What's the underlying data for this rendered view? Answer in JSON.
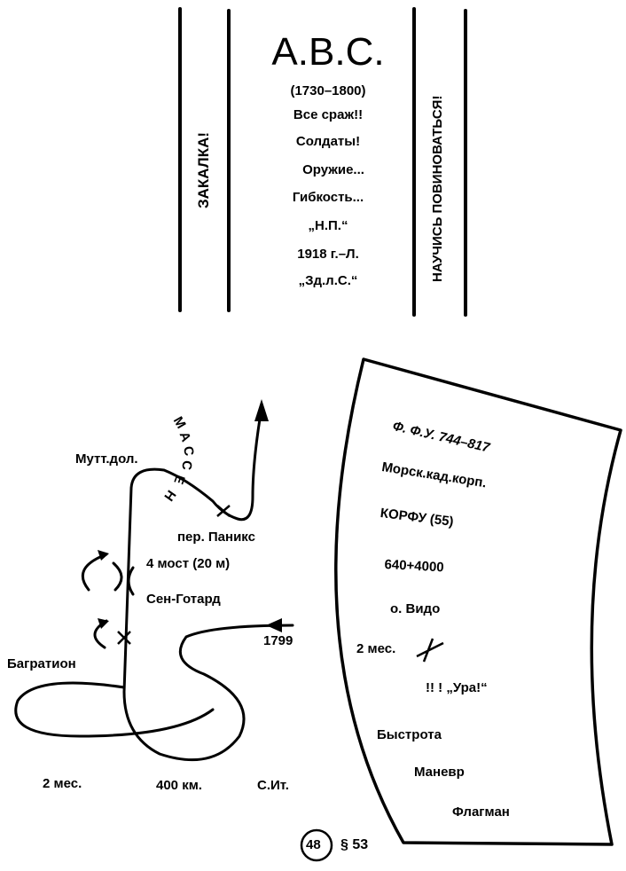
{
  "left_banner": {
    "text": "ЗАКАЛКА!"
  },
  "right_banner": {
    "text": "НАУЧИСЬ ПОВИНОВАТЬСЯ!"
  },
  "center_column": {
    "title": "A.B.C.",
    "lines": [
      "(1730–1800)",
      "Все сраж!!",
      "Солдаты!",
      "Оружие...",
      "Гибкость...",
      "„Н.П.“",
      "1918 г.–Л.",
      "„Зд.л.С.“"
    ]
  },
  "map": {
    "label_mutt": "Мутт.дол.",
    "massen_letters": [
      "М",
      "А",
      "С",
      "С",
      "Е",
      "Н"
    ],
    "label_paniks": "пер. Паникс",
    "label_bridge": "4 мост (20 м)",
    "label_gotard": "Сен-Готард",
    "label_year": "1799",
    "label_bagration": "Багратион",
    "label_months": "2 мес.",
    "label_distance": "400 км.",
    "label_north_italy": "С.Ит."
  },
  "card": {
    "lines": [
      "Ф. Ф.У. 744–817",
      "Морск.кад.корп.",
      "КОРФУ  (55)",
      "640+4000",
      "о. Видо",
      "2 мес.",
      "!! !  „Ура!“",
      "Быстрота",
      "Маневр",
      "Флагман"
    ]
  },
  "footer": {
    "page_number": "48",
    "section": "§ 53"
  }
}
